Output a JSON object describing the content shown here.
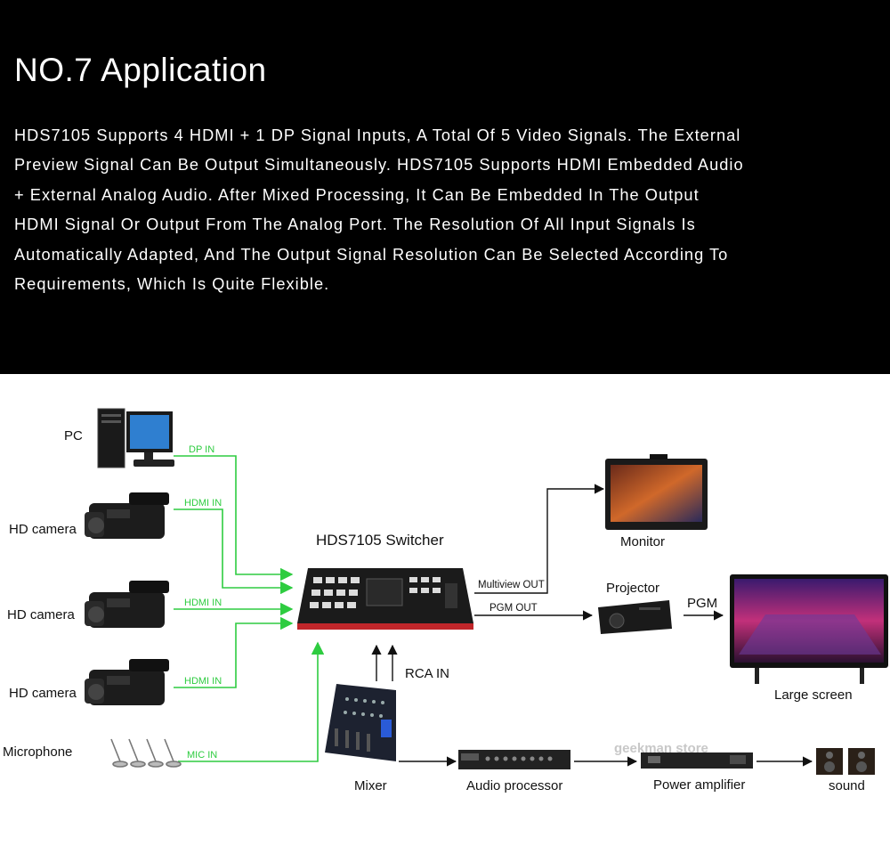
{
  "header": {
    "title": "NO.7 Application",
    "description_lines": [
      "HDS7105 Supports 4 HDMI + 1 DP Signal Inputs, A Total Of 5 Video Signals. The External",
      "Preview Signal Can Be Output Simultaneously. HDS7105 Supports HDMI Embedded Audio",
      "+ External Analog Audio. After Mixed Processing, It Can Be Embedded In The Output",
      "HDMI Signal Or Output From The Analog Port. The Resolution Of All Input Signals Is",
      "Automatically Adapted, And The Output Signal Resolution Can Be Selected According To",
      "Requirements, Which Is Quite Flexible."
    ]
  },
  "diagram": {
    "sources": {
      "pc": "PC",
      "camera1": "HD camera",
      "camera2": "HD camera",
      "camera3": "HD camera",
      "microphone": "Microphone"
    },
    "input_labels": {
      "dp_in": "DP IN",
      "hdmi_in_1": "HDMI IN",
      "hdmi_in_2": "HDMI IN",
      "hdmi_in_3": "HDMI IN",
      "mic_in": "MIC IN",
      "rca_in": "RCA IN"
    },
    "switcher": "HDS7105 Switcher",
    "outputs": {
      "multiview_out": "Multiview OUT",
      "pgm_out": "PGM OUT",
      "pgm": "PGM"
    },
    "devices": {
      "monitor": "Monitor",
      "projector": "Projector",
      "large_screen": "Large screen",
      "mixer": "Mixer",
      "audio_processor": "Audio processor",
      "power_amplifier": "Power amplifier",
      "sound": "sound"
    },
    "watermark": "geekman store",
    "colors": {
      "signal_line": "#2ecc40",
      "output_line": "#111111",
      "header_bg": "#000000"
    }
  }
}
